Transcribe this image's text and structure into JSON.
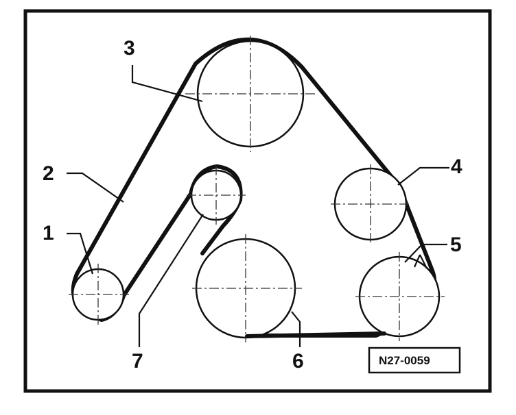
{
  "diagram": {
    "callouts": {
      "c1": "1",
      "c2": "2",
      "c3": "3",
      "c4": "4",
      "c5": "5",
      "c6": "6",
      "c7": "7"
    },
    "reference_code": "N27-0059"
  }
}
